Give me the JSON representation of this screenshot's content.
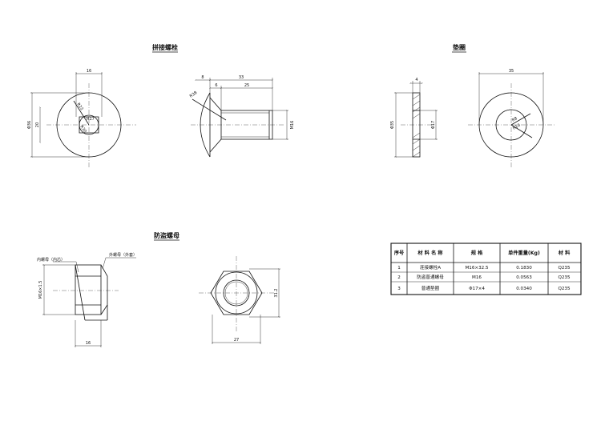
{
  "titles": {
    "bolt": "拼接螺栓",
    "washer": "垫圈",
    "nut": "防盗螺母"
  },
  "bolt_dims": {
    "d16": "16",
    "d36": "Φ36",
    "d20": "20",
    "r22": "R22",
    "r30": "R30",
    "r17": "R17",
    "d8": "8",
    "d33": "33",
    "d6": "6",
    "d25": "25",
    "r38": "R38",
    "m16": "M16"
  },
  "washer_dims": {
    "d4": "4",
    "d35": "Φ35",
    "d17": "Φ17",
    "w35": "35",
    "r8": "R8",
    "r10": "R10"
  },
  "nut_dims": {
    "inner": "内螺母（内芯）",
    "outer": "外螺母（外套）",
    "m16": "M16×1.5",
    "w16": "16",
    "w27": "27",
    "h31": "31.2"
  },
  "table": {
    "headers": [
      "序号",
      "材 料 名 称",
      "规    格",
      "单件重量(Kg)",
      "材    料"
    ],
    "rows": [
      [
        "1",
        "连接螺栓A",
        "M16×32.5",
        "0.1830",
        "Q235"
      ],
      [
        "2",
        "防盗普通螺母",
        "M16",
        "0.0563",
        "Q235"
      ],
      [
        "3",
        "普通垫圈",
        "Φ17×4",
        "0.0340",
        "Q235"
      ]
    ]
  }
}
